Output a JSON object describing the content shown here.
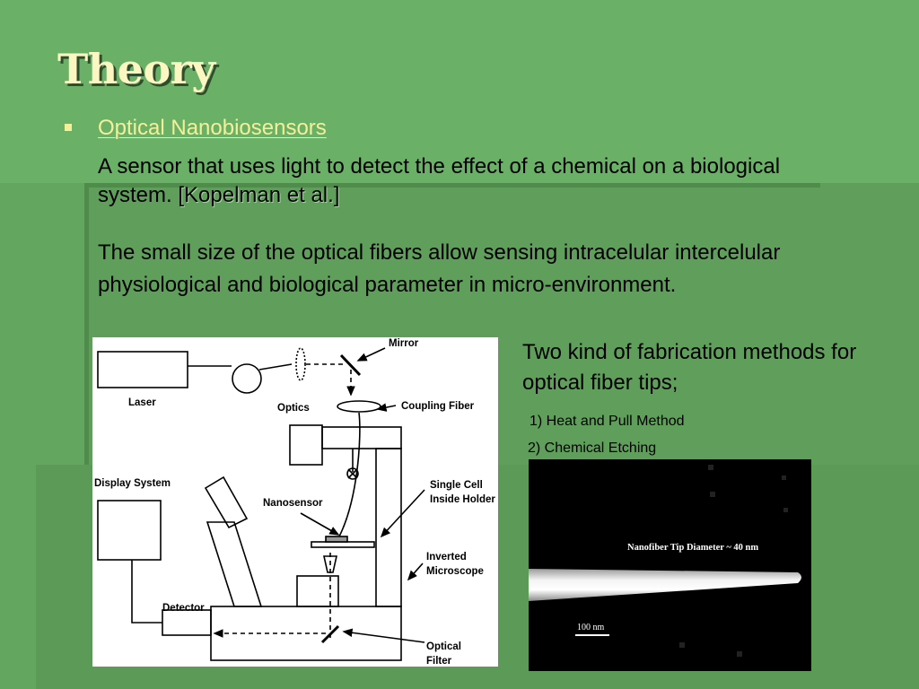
{
  "slide": {
    "title": "Theory",
    "bullet_heading": "Optical Nanobiosensors",
    "definition_text": "A sensor that uses light to detect the effect of a chemical on a biological system.",
    "citation": " [Kopelman et al.]",
    "description": "The small size of the optical fibers allow sensing intracelular intercelular physiological and biological parameter in micro-environment.",
    "fabrication_intro": "Two kind of fabrication methods for optical fiber tips;",
    "methods": [
      "1) Heat and Pull Method",
      "2) Chemical Etching"
    ]
  },
  "diagram": {
    "labels": {
      "mirror": "Mirror",
      "laser": "Laser",
      "optics": "Optics",
      "coupling_fiber": "Coupling Fiber",
      "display_system": "Display System",
      "nanosensor": "Nanosensor",
      "single_cell_line1": "Single Cell",
      "single_cell_line2": "Inside Holder",
      "inverted_line1": "Inverted",
      "inverted_line2": "Microscope",
      "detector": "Detector",
      "optical_line1": "Optical",
      "optical_line2": "Filter"
    }
  },
  "micrograph": {
    "caption": "Nanofiber Tip Diameter ~ 40 nm",
    "scale_label": "100 nm"
  },
  "colors": {
    "background": "#63a65f",
    "title": "#fbf6c2",
    "accent": "#f4f09a"
  }
}
